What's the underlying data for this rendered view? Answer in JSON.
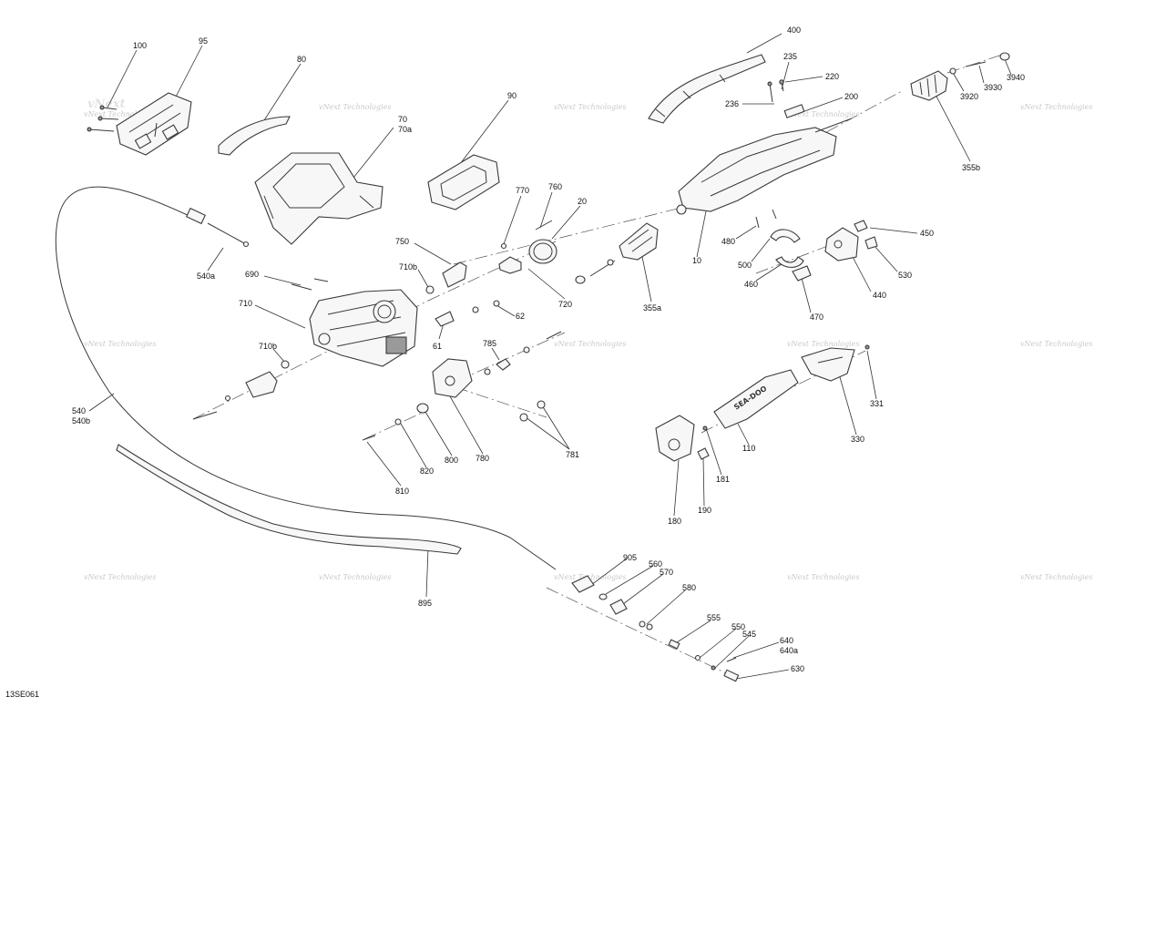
{
  "diagram_code": "13SE061",
  "watermark": "vNext Technologies",
  "callouts": {
    "c100": "100",
    "c95": "95",
    "c80": "80",
    "c70": "70",
    "c70a": "70a",
    "c90": "90",
    "c400": "400",
    "c235": "235",
    "c220": "220",
    "c236": "236",
    "c200": "200",
    "c3940": "3940",
    "c3930": "3930",
    "c3920": "3920",
    "c355b": "355b",
    "c770": "770",
    "c760": "760",
    "c20": "20",
    "c750": "750",
    "c710b_top": "710b",
    "c690": "690",
    "c710": "710",
    "c720": "720",
    "c355a": "355a",
    "c10": "10",
    "c480": "480",
    "c500": "500",
    "c460": "460",
    "c450": "450",
    "c530": "530",
    "c440": "440",
    "c470": "470",
    "c62": "62",
    "c61": "61",
    "c785": "785",
    "c710b_bot": "710b",
    "c540a": "540a",
    "c540": "540",
    "c540b": "540b",
    "c780": "780",
    "c800": "800",
    "c820": "820",
    "c810": "810",
    "c781": "781",
    "c331": "331",
    "c330": "330",
    "c110": "110",
    "c181": "181",
    "c180": "180",
    "c190": "190",
    "c895": "895",
    "c905": "905",
    "c560": "560",
    "c570": "570",
    "c580": "580",
    "c555": "555",
    "c550": "550",
    "c545": "545",
    "c640": "640",
    "c640a": "640a",
    "c630": "630"
  },
  "brand_lettering": "SEA-DOO"
}
